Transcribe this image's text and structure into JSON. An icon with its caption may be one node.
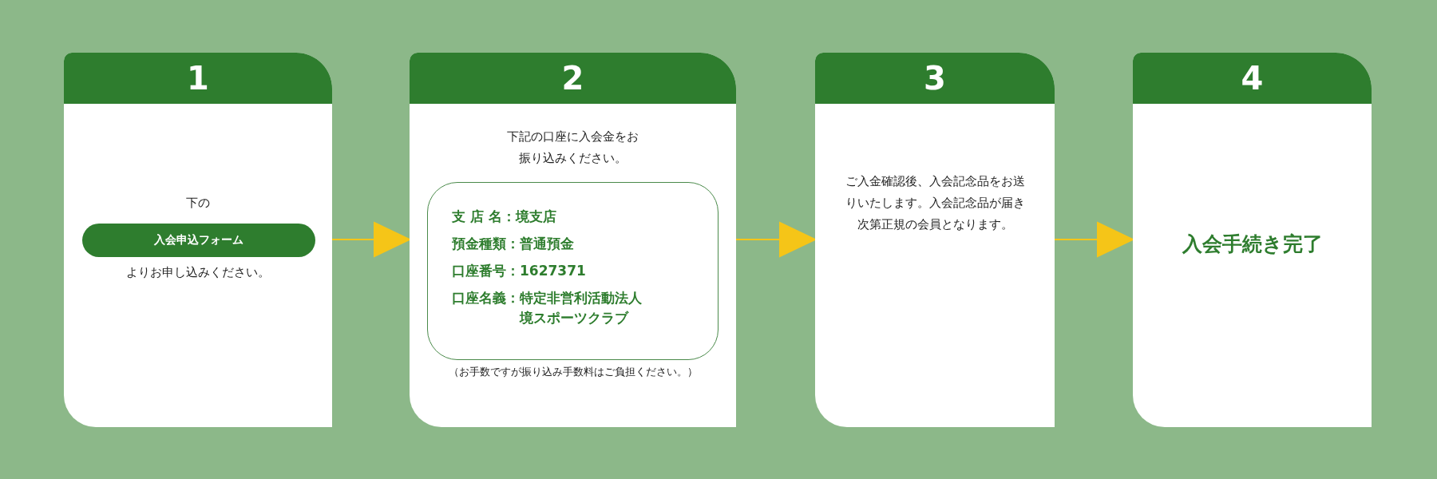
{
  "diagram": {
    "nodes": [
      {
        "text": [
          "1",
          "下の",
          "よりお申し込みください。"
        ]
      },
      {
        "text": [
          "入会申込フォーム"
        ],
        "in": 0
      },
      {
        "text": [
          "2",
          "下記の口座に入会金をお振り込みください。",
          "（お手数ですが振り込み手数料はご負担ください。）"
        ]
      },
      {
        "text": [
          "支 店 名：境支店",
          "預金種類：普通預金",
          "口座番号：1627371",
          "口座名義：特定非営利活動法人境スポーツクラブ"
        ],
        "in": 2
      },
      {
        "text": [
          "3",
          "ご入金確認後、入会記念品をお送りいたします。入会記念品が届き次第正規の会員となります。"
        ]
      },
      {
        "text": [
          "4",
          "入会手続き完了"
        ]
      }
    ],
    "edges": [
      {
        "from": 0,
        "to": 2,
        "arrow": "to"
      },
      {
        "from": 2,
        "to": 4,
        "arrow": "to"
      },
      {
        "from": 4,
        "to": 5,
        "arrow": "to"
      }
    ]
  }
}
